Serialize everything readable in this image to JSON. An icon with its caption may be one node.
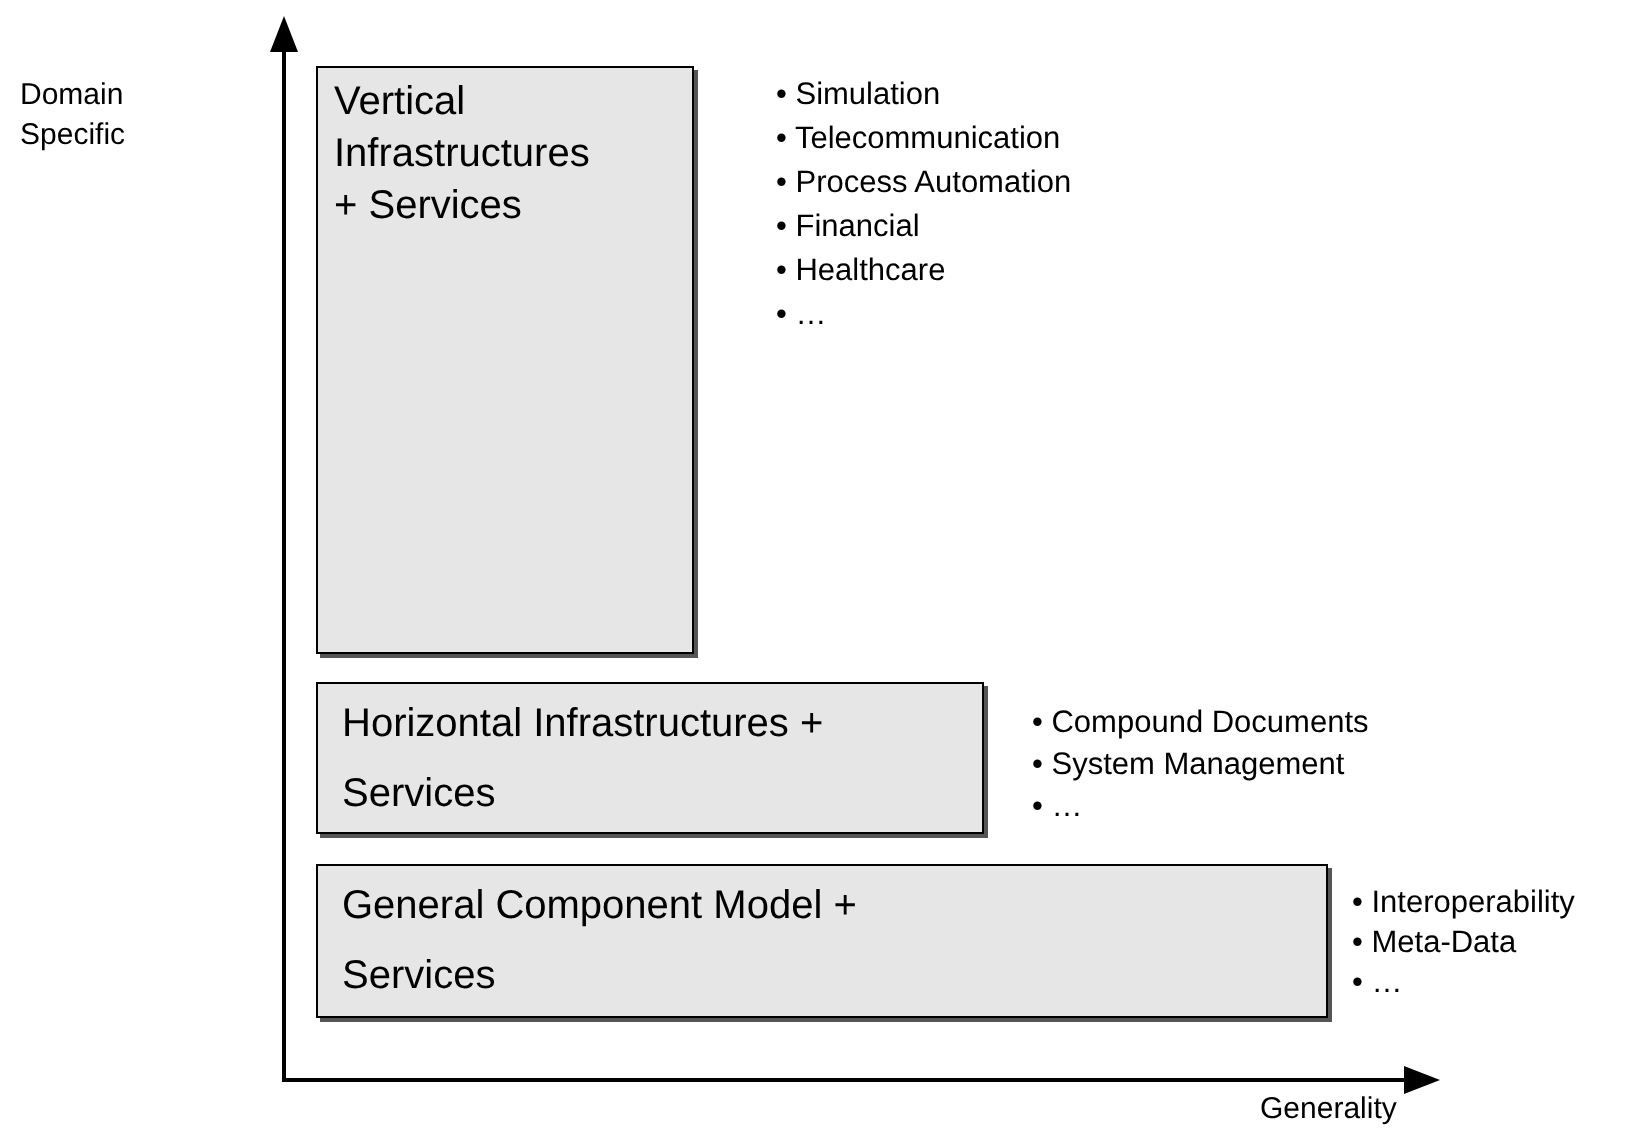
{
  "diagram": {
    "nodes": [
      {
        "text": [
          "Vertical Infrastructures + Services"
        ],
        "beside": [
          "• Simulation",
          "• Telecommunication",
          "• Process Automation",
          "• Financial",
          "• Healthcare",
          "• …"
        ]
      },
      {
        "text": [
          "Horizontal Infrastructures + Services"
        ],
        "beside": [
          "• Compound Documents",
          "• System Management",
          "• …"
        ]
      },
      {
        "text": [
          "General Component Model + Services"
        ],
        "beside": [
          "• Interoperability",
          "• Meta-Data",
          "• …"
        ]
      }
    ],
    "labels": [
      "Domain Specific",
      "Generality"
    ]
  }
}
